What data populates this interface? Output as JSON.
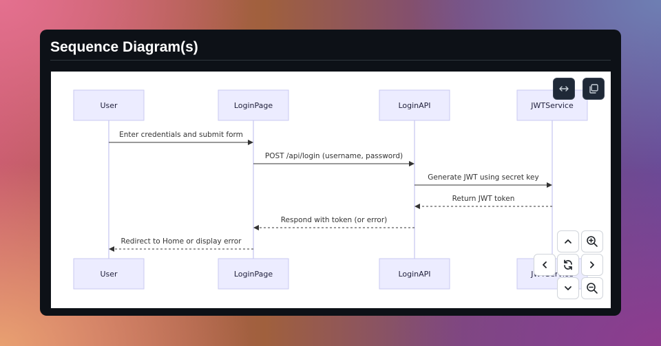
{
  "header": {
    "title": "Sequence Diagram(s)"
  },
  "diagram": {
    "participants": [
      "User",
      "LoginPage",
      "LoginAPI",
      "JWTService"
    ],
    "messages": [
      {
        "from": 0,
        "to": 1,
        "label": "Enter credentials and submit form",
        "style": "solid"
      },
      {
        "from": 1,
        "to": 2,
        "label": "POST /api/login (username, password)",
        "style": "solid"
      },
      {
        "from": 2,
        "to": 3,
        "label": "Generate JWT using secret key",
        "style": "solid"
      },
      {
        "from": 3,
        "to": 2,
        "label": "Return JWT token",
        "style": "dashed"
      },
      {
        "from": 2,
        "to": 1,
        "label": "Respond with token (or error)",
        "style": "dashed"
      },
      {
        "from": 1,
        "to": 0,
        "label": "Redirect to Home or display error",
        "style": "dashed"
      }
    ]
  },
  "toolbar": [
    {
      "name": "fit-width-button",
      "icon": "arrows-horizontal-icon"
    },
    {
      "name": "copy-button",
      "icon": "copy-icon"
    }
  ],
  "controls": [
    {
      "name": "pan-up-button",
      "icon": "chevron-up-icon"
    },
    {
      "name": "zoom-in-button",
      "icon": "zoom-in-icon"
    },
    {
      "name": "pan-left-button",
      "icon": "chevron-left-icon"
    },
    {
      "name": "reset-view-button",
      "icon": "refresh-icon"
    },
    {
      "name": "pan-right-button",
      "icon": "chevron-right-icon"
    },
    {
      "name": "pan-down-button",
      "icon": "chevron-down-icon"
    },
    {
      "name": "zoom-out-button",
      "icon": "zoom-out-icon"
    }
  ],
  "colors": {
    "participant_fill": "#ececff",
    "participant_stroke": "#c9c9f2",
    "lifeline": "#b8b8ee",
    "message": "#333333"
  }
}
